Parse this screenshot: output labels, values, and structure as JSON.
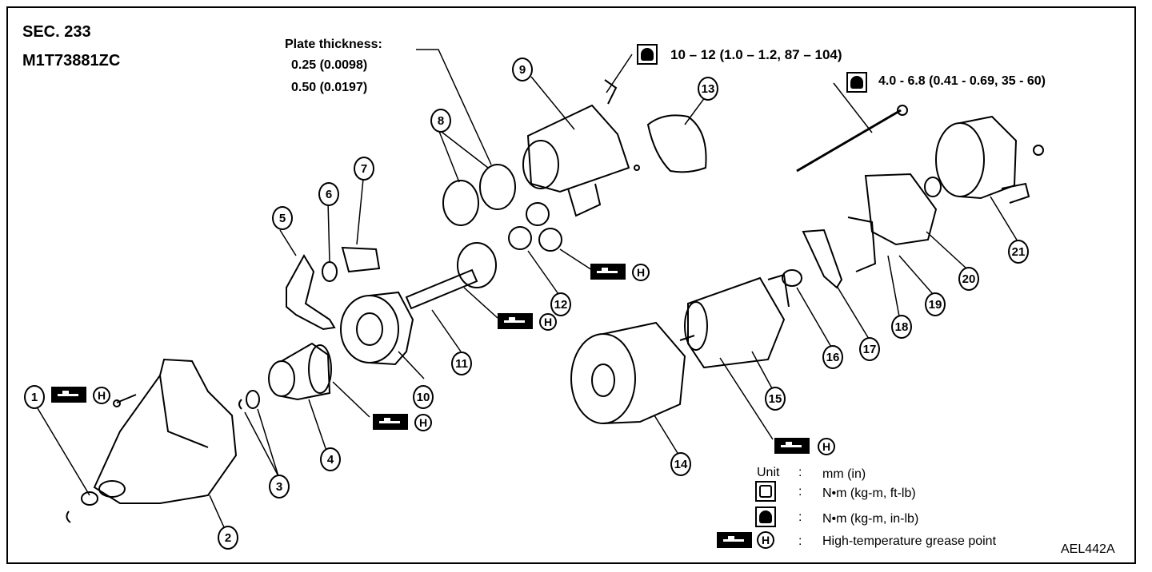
{
  "header": {
    "section": "SEC. 233",
    "model": "M1T73881ZC"
  },
  "plate": {
    "label": "Plate thickness:",
    "value1": "0.25 (0.0098)",
    "value2": "0.50 (0.0197)"
  },
  "torque_specs": {
    "solenoid_nut": "10 – 12 (1.0 – 1.2, 87 – 104)",
    "through_bolt": "4.0 - 6.8 (0.41 - 0.69, 35 - 60)"
  },
  "callouts": {
    "p1": "1",
    "p2": "2",
    "p3": "3",
    "p4": "4",
    "p5": "5",
    "p6": "6",
    "p7": "7",
    "p8": "8",
    "p9": "9",
    "p10": "10",
    "p11": "11",
    "p12": "12",
    "p13": "13",
    "p14": "14",
    "p15": "15",
    "p16": "16",
    "p17": "17",
    "p18": "18",
    "p19": "19",
    "p20": "20",
    "p21": "21"
  },
  "grease_badge": "H",
  "legend": {
    "unit_label": "Unit",
    "colon": ":",
    "unit_value": "mm (in)",
    "torque_kgm_ftlb": "N•m (kg-m, ft-lb)",
    "torque_kgm_inlb": "N•m (kg-m, in-lb)",
    "grease_point": "High-temperature grease point"
  },
  "figure_code": "AEL442A"
}
